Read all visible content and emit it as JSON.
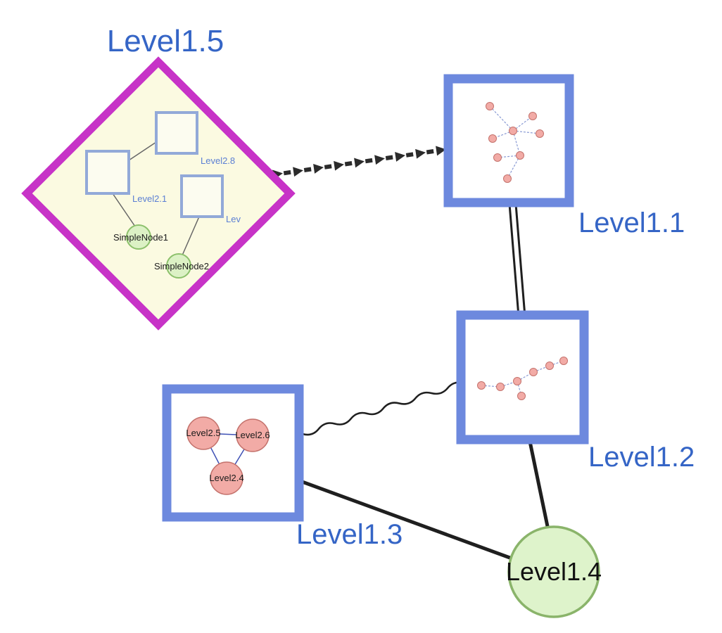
{
  "diagram": {
    "nodes": {
      "level15": {
        "label": "Level1.5",
        "shape": "diamond"
      },
      "level11": {
        "label": "Level1.1",
        "shape": "square"
      },
      "level12": {
        "label": "Level1.2",
        "shape": "square"
      },
      "level13": {
        "label": "Level1.3",
        "shape": "square"
      },
      "level14": {
        "label": "Level1.4",
        "shape": "circle"
      }
    },
    "level15_children": {
      "level28": {
        "label": "Level2.8"
      },
      "level21": {
        "label": "Level2.1"
      },
      "lev_truncated": {
        "label": "Lev"
      },
      "simplenode1": {
        "label": "SimpleNode1"
      },
      "simplenode2": {
        "label": "SimpleNode2"
      }
    },
    "level13_children": {
      "level25": {
        "label": "Level2.5"
      },
      "level26": {
        "label": "Level2.6"
      },
      "level24": {
        "label": "Level2.4"
      }
    },
    "edges": [
      {
        "from": "Level1.5",
        "to": "Level1.1",
        "style": "bold-dashed-arrow"
      },
      {
        "from": "Level1.1",
        "to": "Level1.2",
        "style": "double-parallel-line"
      },
      {
        "from": "Level1.3",
        "to": "Level1.2",
        "style": "wavy-line"
      },
      {
        "from": "Level1.3",
        "to": "Level1.4",
        "style": "solid-line"
      },
      {
        "from": "Level1.2",
        "to": "Level1.4",
        "style": "solid-line"
      }
    ],
    "colors": {
      "label_blue": "#3565c6",
      "small_label_blue": "#5b7fd4",
      "box_border_blue": "#6d89de",
      "diamond_border_magenta": "#c733c7",
      "diamond_fill_yellow": "#fbfae1",
      "inner_square_border": "#92a9d8",
      "green_node_fill": "#dcf1c5",
      "green_node_border": "#8cc06b",
      "pink_node_fill": "#f2aba6",
      "pink_node_border": "#c4726c",
      "edge_black": "#1f1f1f"
    }
  }
}
